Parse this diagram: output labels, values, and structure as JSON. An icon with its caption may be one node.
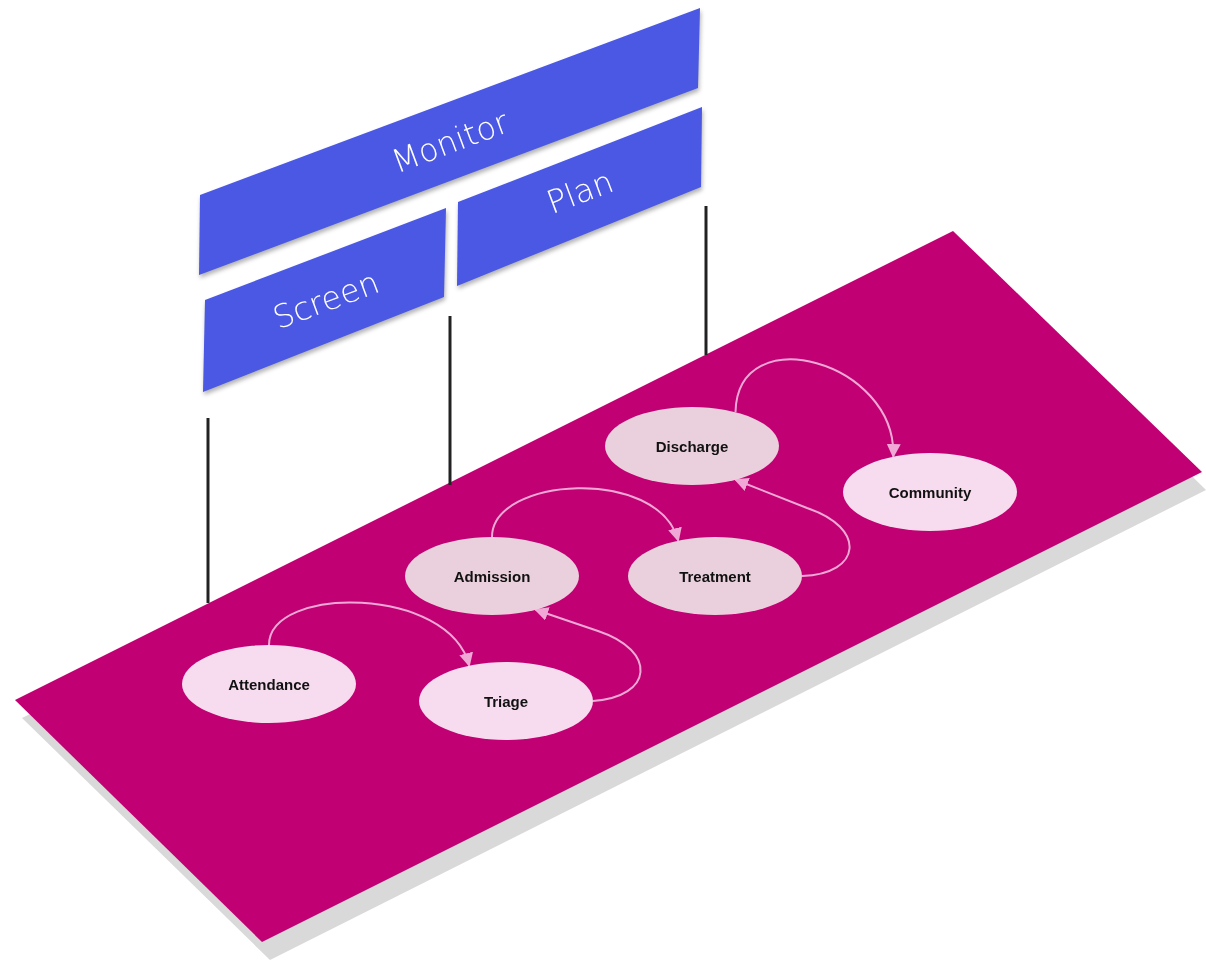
{
  "diagram": {
    "nodes": [
      {
        "text": [
          "Monitor"
        ]
      },
      {
        "text": [
          "Screen"
        ]
      },
      {
        "text": [
          "Plan"
        ]
      },
      {
        "text": [
          "Discharge"
        ]
      },
      {
        "text": [
          "Community"
        ]
      },
      {
        "text": [
          "Admission"
        ]
      },
      {
        "text": [
          "Treatment"
        ]
      },
      {
        "text": [
          "Attendance"
        ]
      },
      {
        "text": [
          "Triage"
        ]
      }
    ],
    "edges": [
      {
        "from": 7,
        "to": 8,
        "arrow": "to"
      },
      {
        "from": 8,
        "to": 5,
        "arrow": "to"
      },
      {
        "from": 5,
        "to": 6,
        "arrow": "to"
      },
      {
        "from": 6,
        "to": 3,
        "arrow": "to"
      },
      {
        "from": 3,
        "to": 4,
        "arrow": "to"
      }
    ]
  }
}
